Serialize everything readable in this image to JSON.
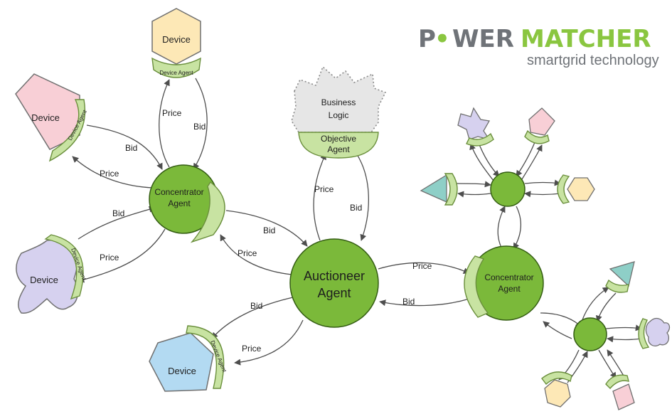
{
  "logo": {
    "brand_left": "P",
    "brand_dot": "•",
    "brand_mid": "WER",
    "brand_right": "MATCHER",
    "tagline": "smartgrid technology"
  },
  "nodes": {
    "auctioneer": {
      "line1": "Auctioneer",
      "line2": "Agent"
    },
    "concentrator_left": {
      "line1": "Concentrator",
      "line2": "Agent"
    },
    "concentrator_right": {
      "line1": "Concentrator",
      "line2": "Agent"
    },
    "business_logic": {
      "line1": "Business",
      "line2": "Logic"
    },
    "objective_agent": {
      "line1": "Objective",
      "line2": "Agent"
    },
    "device_top": {
      "label": "Device",
      "agent": "Device Agent"
    },
    "device_pink": {
      "label": "Device",
      "agent": "Device Agent"
    },
    "device_purple": {
      "label": "Device",
      "agent": "Device Agent"
    },
    "device_blue": {
      "label": "Device",
      "agent": "Device Agent"
    }
  },
  "edge_labels": {
    "price": "Price",
    "bid": "Bid"
  },
  "colors": {
    "node_green": "#7bb93a",
    "agent_green": "#c8e3a2",
    "device_yellow": "#fde8b6",
    "device_pink": "#f8cfd6",
    "device_purple": "#d6d1ef",
    "device_blue": "#b3daf2",
    "device_teal": "#8ecfc7",
    "business_grey": "#e6e6e6",
    "logo_grey": "#6f7378",
    "logo_green": "#8ac640"
  }
}
